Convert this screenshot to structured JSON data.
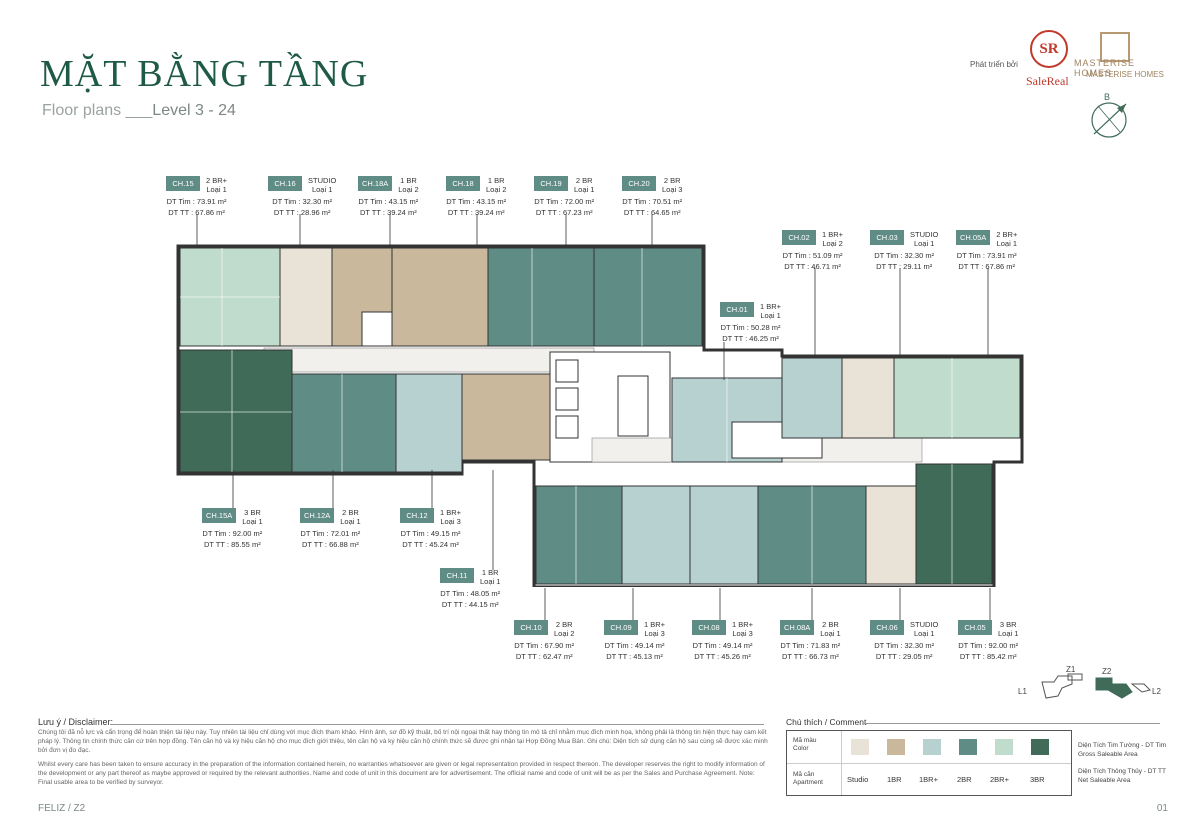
{
  "header": {
    "title": "MẶT BẰNG TẦNG",
    "subtitle_prefix": "Floor plans ___",
    "subtitle_level": "Level 3 - 24"
  },
  "brand": {
    "sr_mark": "SR",
    "developer_label": "Phát triển bởi",
    "salereal": "SaleReal",
    "masterise": "MASTERISE HOMES",
    "masterise_sub": "MASTERISE HOMES",
    "compass_letter": "B"
  },
  "units": [
    {
      "code": "CH.15",
      "type": "2 BR+",
      "loai": "Loại 1",
      "gross": "DT Tim : 73.91 m²",
      "net": "DT TT : 67.86 m²"
    },
    {
      "code": "CH.16",
      "type": "STUDIO",
      "loai": "Loại 1",
      "gross": "DT Tim : 32.30 m²",
      "net": "DT TT : 28.96 m²"
    },
    {
      "code": "CH.18A",
      "type": "1 BR",
      "loai": "Loại 2",
      "gross": "DT Tim : 43.15 m²",
      "net": "DT TT : 39.24 m²"
    },
    {
      "code": "CH.18",
      "type": "1 BR",
      "loai": "Loại 2",
      "gross": "DT Tim : 43.15 m²",
      "net": "DT TT : 39.24 m²"
    },
    {
      "code": "CH.19",
      "type": "2 BR",
      "loai": "Loại 1",
      "gross": "DT Tim : 72.00 m²",
      "net": "DT TT : 67.23 m²"
    },
    {
      "code": "CH.20",
      "type": "2 BR",
      "loai": "Loại 3",
      "gross": "DT Tim : 70.51 m²",
      "net": "DT TT : 64.65 m²"
    },
    {
      "code": "CH.02",
      "type": "1 BR+",
      "loai": "Loại 2",
      "gross": "DT Tim : 51.09 m²",
      "net": "DT TT : 46.71 m²"
    },
    {
      "code": "CH.03",
      "type": "STUDIO",
      "loai": "Loại 1",
      "gross": "DT Tim : 32.30 m²",
      "net": "DT TT : 29.11 m²"
    },
    {
      "code": "CH.05A",
      "type": "2 BR+",
      "loai": "Loại 1",
      "gross": "DT Tim : 73.91 m²",
      "net": "DT TT : 67.86 m²"
    },
    {
      "code": "CH.01",
      "type": "1 BR+",
      "loai": "Loại 1",
      "gross": "DT Tim : 50.28 m²",
      "net": "DT TT : 46.25 m²"
    },
    {
      "code": "CH.15A",
      "type": "3 BR",
      "loai": "Loại 1",
      "gross": "DT Tim : 92.00 m²",
      "net": "DT TT : 85.55 m²"
    },
    {
      "code": "CH.12A",
      "type": "2 BR",
      "loai": "Loại 1",
      "gross": "DT Tim : 72.01 m²",
      "net": "DT TT : 66.88 m²"
    },
    {
      "code": "CH.12",
      "type": "1 BR+",
      "loai": "Loại 3",
      "gross": "DT Tim : 49.15 m²",
      "net": "DT TT : 45.24 m²"
    },
    {
      "code": "CH.11",
      "type": "1 BR",
      "loai": "Loại 1",
      "gross": "DT Tim : 48.05 m²",
      "net": "DT TT : 44.15 m²"
    },
    {
      "code": "CH.10",
      "type": "2 BR",
      "loai": "Loại 2",
      "gross": "DT Tim : 67.90 m²",
      "net": "DT TT : 62.47 m²"
    },
    {
      "code": "CH.09",
      "type": "1 BR+",
      "loai": "Loại 3",
      "gross": "DT Tim : 49.14 m²",
      "net": "DT TT : 45.13 m²"
    },
    {
      "code": "CH.08",
      "type": "1 BR+",
      "loai": "Loại 3",
      "gross": "DT Tim : 49.14 m²",
      "net": "DT TT : 45.26 m²"
    },
    {
      "code": "CH.08A",
      "type": "2 BR",
      "loai": "Loại 1",
      "gross": "DT Tim : 71.83 m²",
      "net": "DT TT : 66.73 m²"
    },
    {
      "code": "CH.06",
      "type": "STUDIO",
      "loai": "Loại 1",
      "gross": "DT Tim : 32.30 m²",
      "net": "DT TT : 29.05 m²"
    },
    {
      "code": "CH.05",
      "type": "3 BR",
      "loai": "Loại 1",
      "gross": "DT Tim : 92.00 m²",
      "net": "DT TT : 85.42 m²"
    }
  ],
  "disclaimer": {
    "title": "Lưu ý / Disclaimer:",
    "vi": "Chúng tôi đã nỗ lực và cẩn trọng để hoàn thiện tài liệu này. Tuy nhiên tài liệu chỉ dùng với mục đích tham khảo. Hình ảnh, sơ đồ kỹ thuật, bố trí nội ngoại thất hay thông tin mô tả chỉ nhằm mục đích minh họa, không phải là thông tin hiện thực hay cam kết pháp lý. Thông tin chính thức căn cứ trên hợp đồng. Tên căn hộ và ký hiệu căn hộ cho mục đích giới thiệu, tên căn hộ và ký hiệu căn hộ chính thức sẽ được ghi nhận tại Hợp Đồng Mua Bán. Ghi chú: Diện tích sử dụng căn hộ sau cùng sẽ được xác minh bởi đơn vị đo đạc.",
    "en": "Whilst every care has been taken to ensure accuracy in the preparation of the information contained herein, no warranties whatsoever are given or legal representation provided in respect thereon. The developer reserves the right to modify information of the development or any part thereof as maybe approved or required by the relevant authorities. Name and code of unit in this document are for advertisement. The official name and code of unit will be as per the Sales and Purchase Agreement. Note: Final usable area to be verified by surveyor."
  },
  "legend": {
    "title": "Chú thích / Comment",
    "color_label_vi": "Mã màu",
    "color_label_en": "Color",
    "apt_label_vi": "Mã căn",
    "apt_label_en": "Apartment",
    "items": [
      {
        "label": "Studio",
        "color": "#e8e3d6"
      },
      {
        "label": "1BR",
        "color": "#c9b89c"
      },
      {
        "label": "1BR+",
        "color": "#b7d0d0"
      },
      {
        "label": "2BR",
        "color": "#5f8d86"
      },
      {
        "label": "2BR+",
        "color": "#bfdccd"
      },
      {
        "label": "3BR",
        "color": "#3f6b58"
      }
    ],
    "note_gross_vi": "Diện Tích Tim Tường - DT Tim",
    "note_gross_en": "Gross Saleable Area",
    "note_net_vi": "Diện Tích Thông Thủy - DT TT",
    "note_net_en": "Net Saleable Area"
  },
  "keyplan": {
    "z1": "Z1",
    "z2": "Z2",
    "l1": "L1",
    "l2": "L2"
  },
  "footer": {
    "left": "FELIZ  /  Z2",
    "right": "01"
  }
}
